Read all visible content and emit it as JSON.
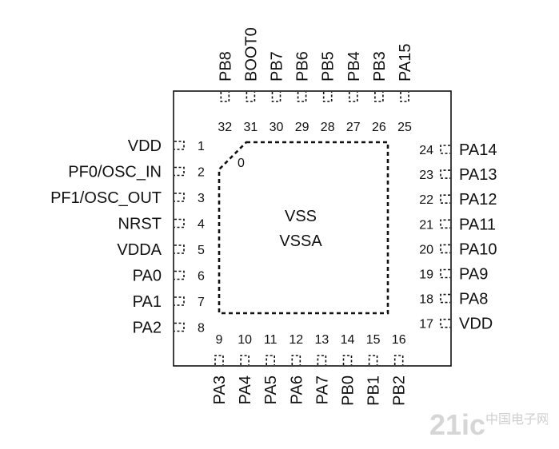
{
  "package": {
    "pins": [
      {
        "num": "1",
        "name": "VDD",
        "side": "left"
      },
      {
        "num": "2",
        "name": "PF0/OSC_IN",
        "side": "left"
      },
      {
        "num": "3",
        "name": "PF1/OSC_OUT",
        "side": "left"
      },
      {
        "num": "4",
        "name": "NRST",
        "side": "left"
      },
      {
        "num": "5",
        "name": "VDDA",
        "side": "left"
      },
      {
        "num": "6",
        "name": "PA0",
        "side": "left"
      },
      {
        "num": "7",
        "name": "PA1",
        "side": "left"
      },
      {
        "num": "8",
        "name": "PA2",
        "side": "left"
      },
      {
        "num": "9",
        "name": "PA3",
        "side": "bottom"
      },
      {
        "num": "10",
        "name": "PA4",
        "side": "bottom"
      },
      {
        "num": "11",
        "name": "PA5",
        "side": "bottom"
      },
      {
        "num": "12",
        "name": "PA6",
        "side": "bottom"
      },
      {
        "num": "13",
        "name": "PA7",
        "side": "bottom"
      },
      {
        "num": "14",
        "name": "PB0",
        "side": "bottom"
      },
      {
        "num": "15",
        "name": "PB1",
        "side": "bottom"
      },
      {
        "num": "16",
        "name": "PB2",
        "side": "bottom"
      },
      {
        "num": "17",
        "name": "VDD",
        "side": "right"
      },
      {
        "num": "18",
        "name": "PA8",
        "side": "right"
      },
      {
        "num": "19",
        "name": "PA9",
        "side": "right"
      },
      {
        "num": "20",
        "name": "PA10",
        "side": "right"
      },
      {
        "num": "21",
        "name": "PA11",
        "side": "right"
      },
      {
        "num": "22",
        "name": "PA12",
        "side": "right"
      },
      {
        "num": "23",
        "name": "PA13",
        "side": "right"
      },
      {
        "num": "24",
        "name": "PA14",
        "side": "right"
      },
      {
        "num": "25",
        "name": "PA15",
        "side": "top"
      },
      {
        "num": "26",
        "name": "PB3",
        "side": "top"
      },
      {
        "num": "27",
        "name": "PB4",
        "side": "top"
      },
      {
        "num": "28",
        "name": "PB5",
        "side": "top"
      },
      {
        "num": "29",
        "name": "PB6",
        "side": "top"
      },
      {
        "num": "30",
        "name": "PB7",
        "side": "top"
      },
      {
        "num": "31",
        "name": "BOOT0",
        "side": "top"
      },
      {
        "num": "32",
        "name": "PB8",
        "side": "top"
      }
    ],
    "exposed_pad": {
      "pin_number": "0",
      "label_line1": "VSS",
      "label_line2": "VSSA"
    }
  },
  "watermark": {
    "text": "21ic",
    "subtext": "中国电子网"
  },
  "colors": {
    "ink": "#111111",
    "watermark": "#d0d0d0"
  }
}
